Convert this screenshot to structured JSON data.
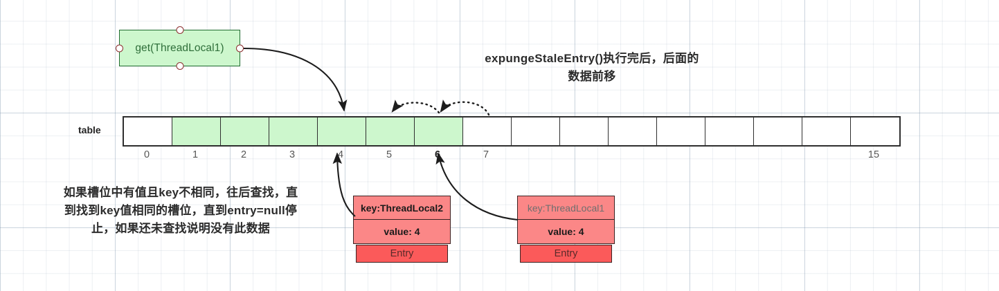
{
  "heading": "expungeStaleEntry()执行完后，后面的数据前移",
  "method_box": {
    "label": "get(ThreadLocal1)"
  },
  "table": {
    "label": "table",
    "cells": [
      {
        "index": "0",
        "filled": false
      },
      {
        "index": "1",
        "filled": true
      },
      {
        "index": "2",
        "filled": true
      },
      {
        "index": "3",
        "filled": true
      },
      {
        "index": "4",
        "filled": true
      },
      {
        "index": "5",
        "filled": true
      },
      {
        "index": "6",
        "filled": true
      },
      {
        "index": "7",
        "filled": false
      },
      {
        "index": "8",
        "filled": false
      },
      {
        "index": "9",
        "filled": false
      },
      {
        "index": "10",
        "filled": false
      },
      {
        "index": "11",
        "filled": false
      },
      {
        "index": "12",
        "filled": false
      },
      {
        "index": "13",
        "filled": false
      },
      {
        "index": "14",
        "filled": false
      },
      {
        "index": "15",
        "filled": false
      }
    ],
    "visible_index_labels": [
      "0",
      "1",
      "2",
      "3",
      "4",
      "5",
      "6",
      "7",
      "15"
    ],
    "highlighted_index_label": "6"
  },
  "caption": {
    "line1": "如果槽位中有值且key不相同，往后查找，直",
    "line2": "到找到key值相同的槽位，直到entry=null停",
    "line3": "止，如果还未查找说明没有此数据"
  },
  "entries": [
    {
      "key": "key:ThreadLocal2",
      "value": "value: 4",
      "footer": "Entry",
      "dimmed_key": false
    },
    {
      "key": "key:ThreadLocal1",
      "value": "value: 4",
      "footer": "Entry",
      "dimmed_key": true
    }
  ],
  "colors": {
    "cell_filled": "#cdf7cd",
    "cell_empty": "#ffffff",
    "entry_body": "#fb8787",
    "entry_footer": "#fb5a5a",
    "method_box_fill": "#cdf7cd",
    "method_box_border": "#1f6b2e",
    "handle_border": "#8c2f2f",
    "stroke": "#2e2e2e"
  }
}
